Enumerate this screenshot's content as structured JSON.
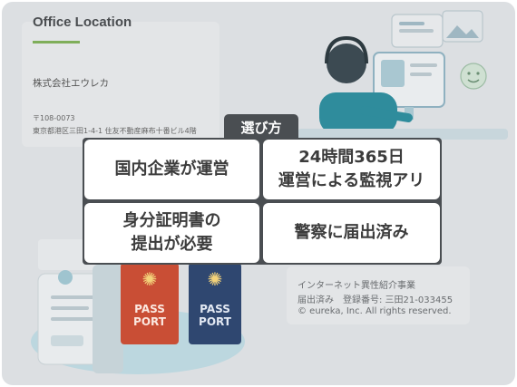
{
  "office": {
    "title": "Office Location",
    "company": "株式会社エウレカ",
    "postal": "〒108-0073",
    "address": "東京都港区三田1-4-1 住友不動産麻布十番ビル4階"
  },
  "badge": {
    "label": "選び方"
  },
  "features": [
    {
      "lines": [
        "国内企業が運営"
      ]
    },
    {
      "lines": [
        "24時間365日",
        "運営による監視アリ"
      ]
    },
    {
      "lines": [
        "身分証明書の",
        "提出が必要"
      ]
    },
    {
      "lines": [
        "警察に届出済み"
      ]
    }
  ],
  "passports": [
    {
      "line1": "PASS",
      "line2": "PORT",
      "color": "#c94e35"
    },
    {
      "line1": "PASS",
      "line2": "PORT",
      "color": "#2f4770"
    }
  ],
  "footer": {
    "line1": "インターネット異性紹介事業",
    "line2": "届出済み　登録番号: 三田21-033455",
    "line3": "© eureka, Inc. All rights reserved."
  },
  "colors": {
    "badge_bg": "#4a4e52",
    "accent_green": "#7fae5a",
    "overlay_bg": "#dcdfe2"
  }
}
